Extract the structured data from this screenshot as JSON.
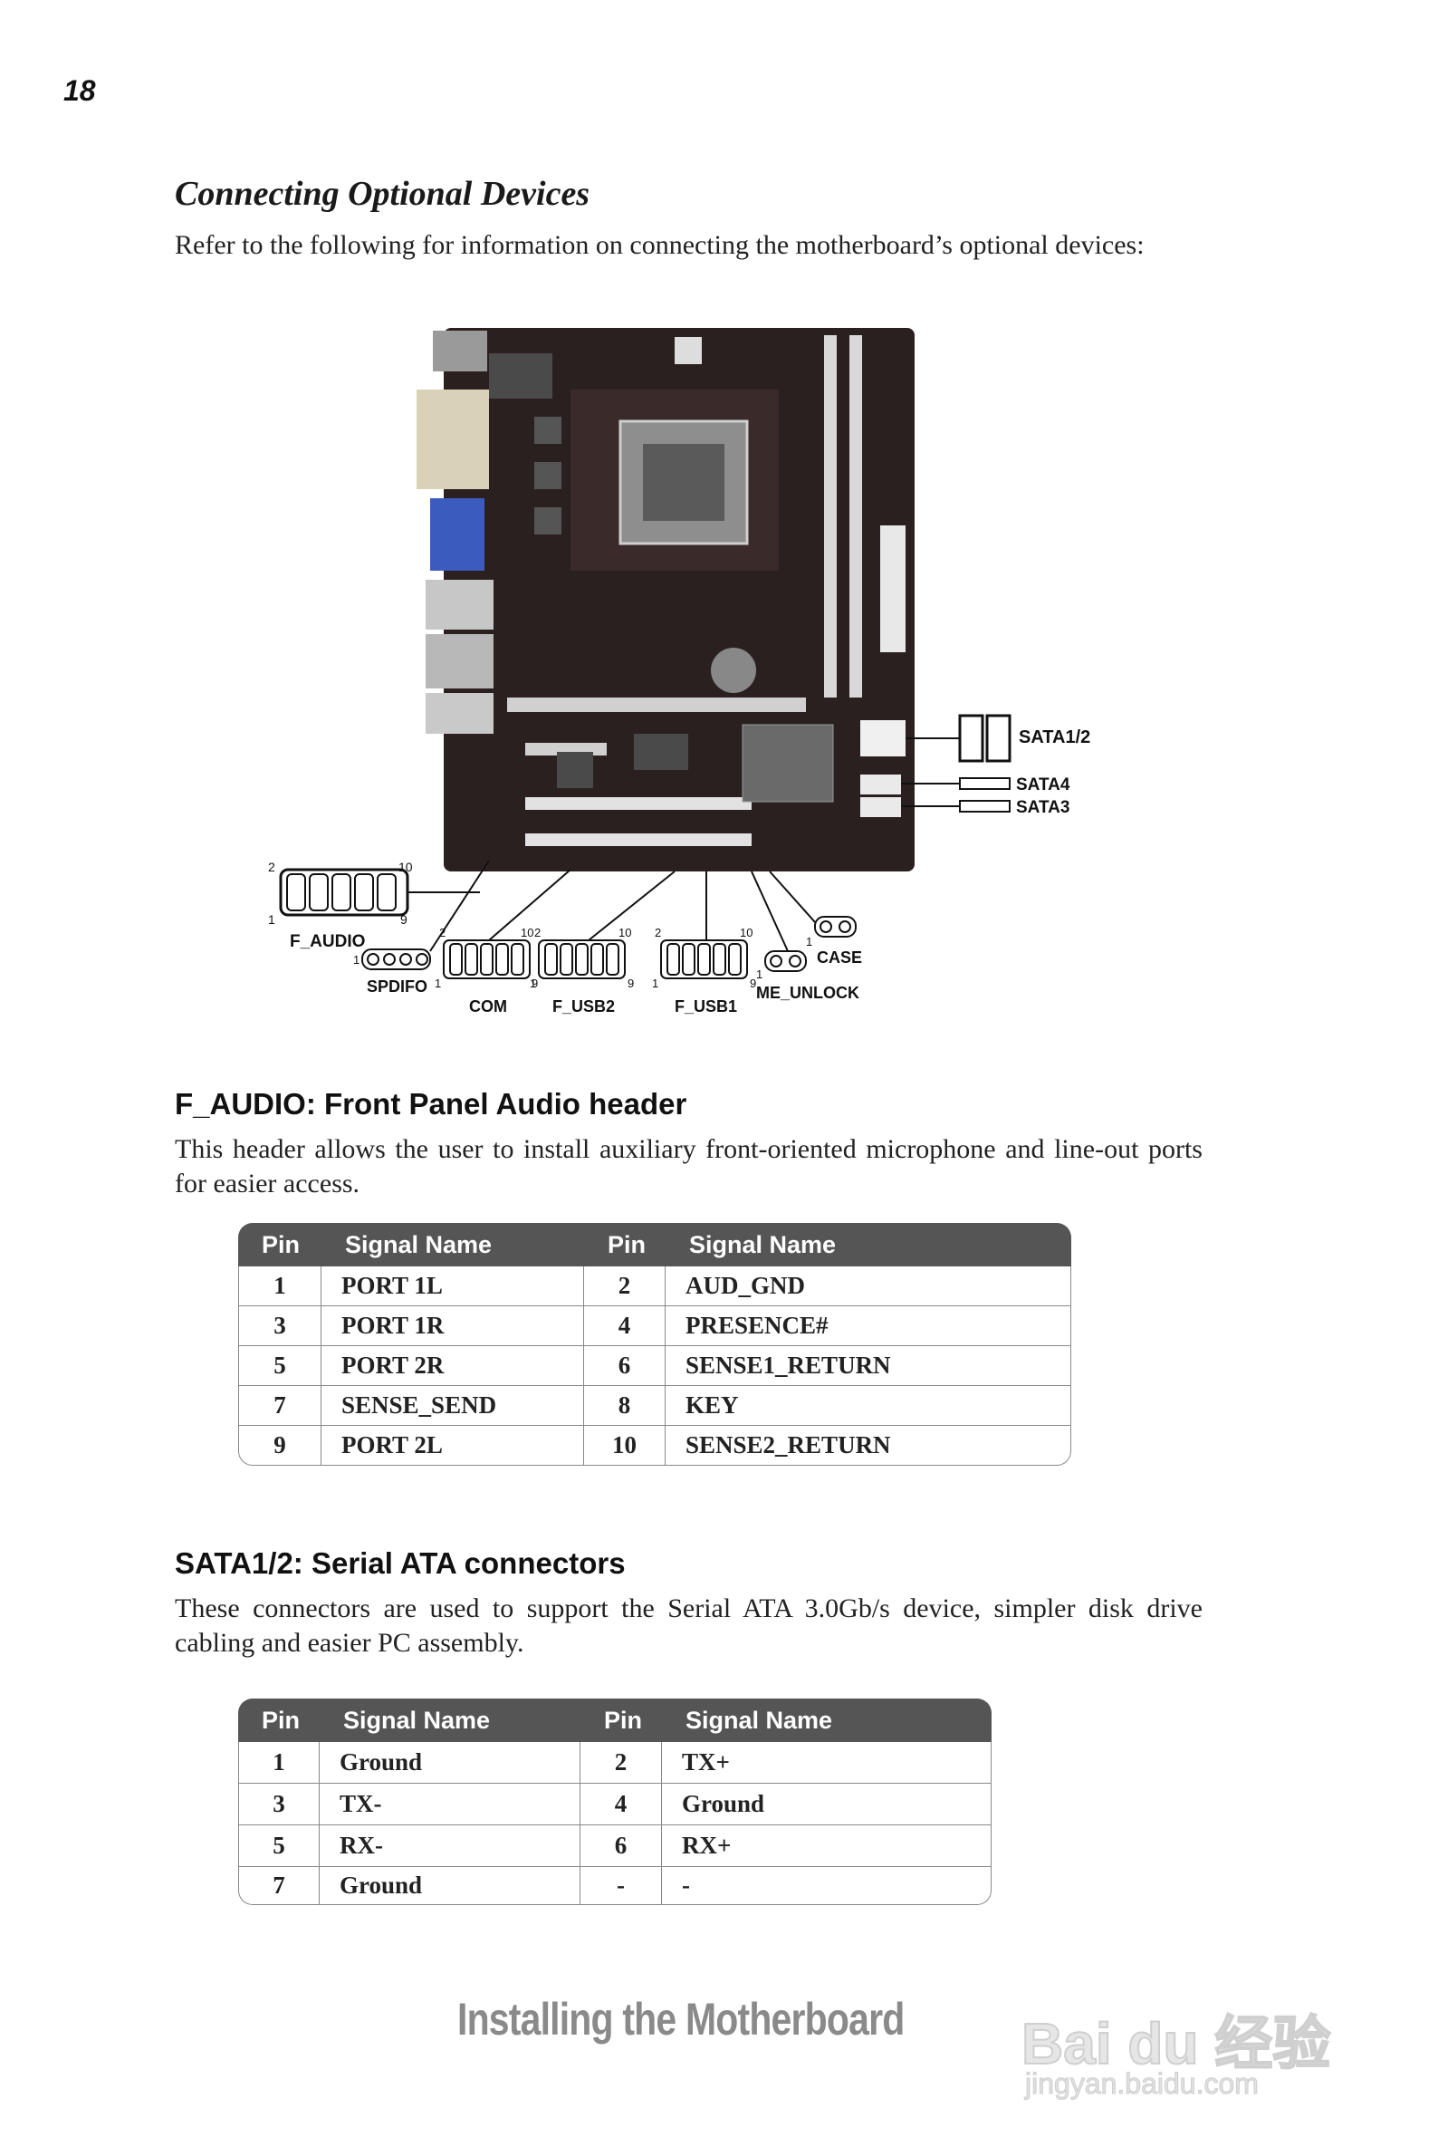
{
  "page_number": "18",
  "section": {
    "title": "Connecting Optional Devices",
    "intro": "Refer to the following for information on connecting the motherboard’s optional devices:"
  },
  "diagram": {
    "labels": {
      "sata12": "SATA1/2",
      "sata4": "SATA4",
      "sata3": "SATA3",
      "f_audio": "F_AUDIO",
      "spdifo": "SPDIFO",
      "com": "COM",
      "f_usb2": "F_USB2",
      "f_usb1": "F_USB1",
      "me_unlock": "ME_UNLOCK",
      "case": "CASE"
    },
    "pin_numbers": {
      "f_audio_tl": "2",
      "f_audio_tr": "10",
      "f_audio_bl": "1",
      "f_audio_br": "9",
      "spdifo_1": "1",
      "com_tl": "2",
      "com_tr": "10",
      "com_bl": "1",
      "com_br": "9",
      "usb2_tl": "2",
      "usb2_tr": "10",
      "usb2_bl": "1",
      "usb2_br": "9",
      "usb1_tl": "2",
      "usb1_tr": "10",
      "usb1_bl": "1",
      "usb1_br": "9",
      "me_1": "1",
      "case_1": "1"
    },
    "board_colors": {
      "pcb": "#2b2020",
      "chip": "#4a4a4a",
      "slot": "#d8d8d8"
    }
  },
  "f_audio": {
    "heading": "F_AUDIO: Front Panel Audio header",
    "description": "This header allows the user to install auxiliary front-oriented microphone and line-out ports for easier access.",
    "headers": [
      "Pin",
      "Signal Name",
      "Pin",
      "Signal Name"
    ],
    "rows": [
      [
        "1",
        "PORT 1L",
        "2",
        "AUD_GND"
      ],
      [
        "3",
        "PORT 1R",
        "4",
        "PRESENCE#"
      ],
      [
        "5",
        "PORT 2R",
        "6",
        "SENSE1_RETURN"
      ],
      [
        "7",
        "SENSE_SEND",
        "8",
        "KEY"
      ],
      [
        "9",
        "PORT 2L",
        "10",
        "SENSE2_RETURN"
      ]
    ]
  },
  "sata": {
    "heading": "SATA1/2: Serial ATA connectors",
    "description": "These connectors are used to support the Serial ATA  3.0Gb/s device, simpler disk drive cabling and easier PC assembly.",
    "headers": [
      "Pin",
      "Signal Name",
      "Pin",
      "Signal Name"
    ],
    "rows": [
      [
        "1",
        "Ground",
        "2",
        "TX+"
      ],
      [
        "3",
        "TX-",
        "4",
        "Ground"
      ],
      [
        "5",
        "RX-",
        "6",
        "RX+"
      ],
      [
        "7",
        "Ground",
        "-",
        "-"
      ]
    ]
  },
  "footer": "Installing the Motherboard",
  "watermark": {
    "logo": "Bai du 经验",
    "url": "jingyan.baidu.com"
  }
}
